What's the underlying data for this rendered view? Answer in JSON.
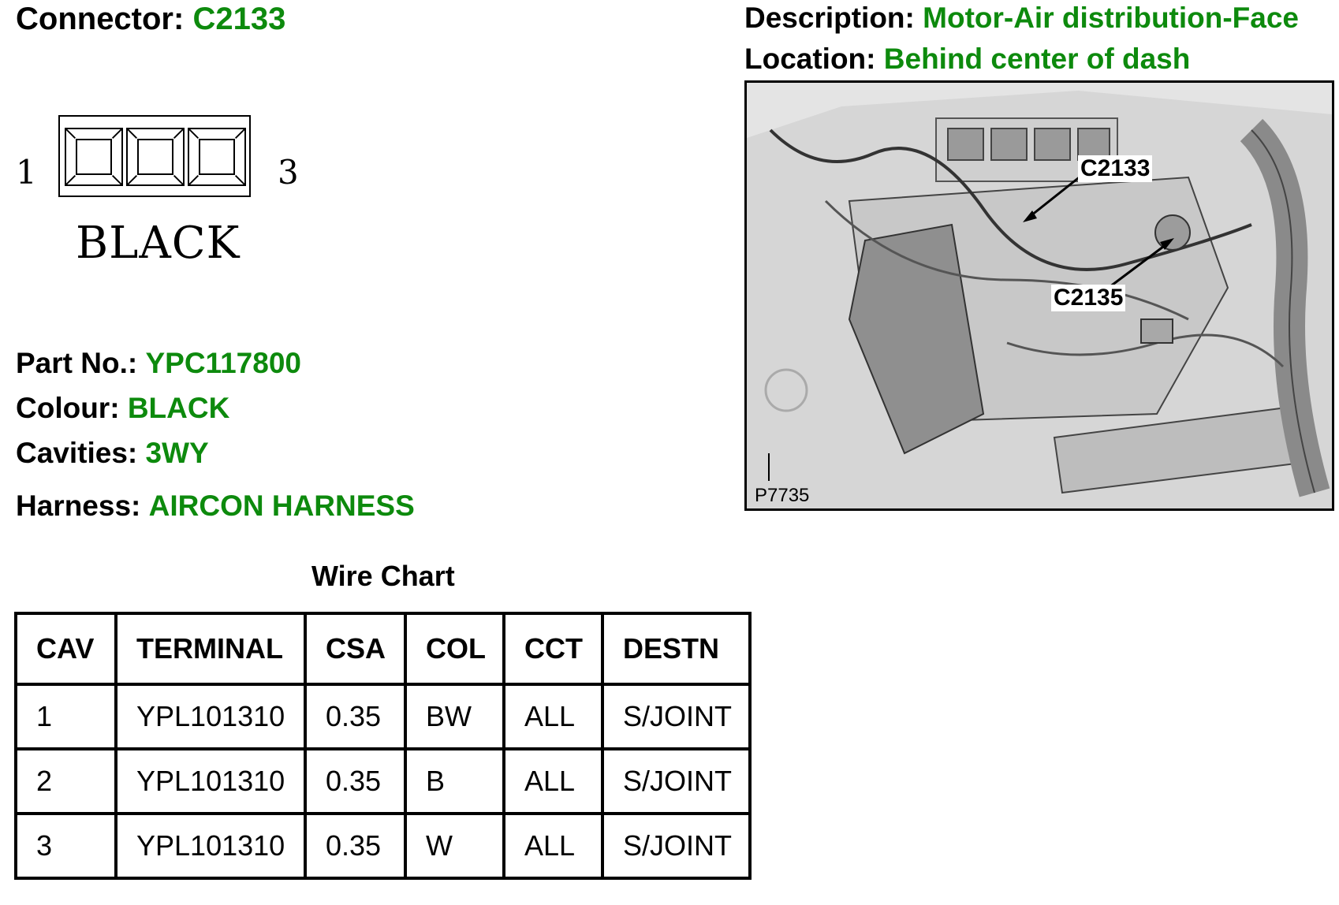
{
  "connector": {
    "label": "Connector:",
    "value": "C2133"
  },
  "description": {
    "label": "Description:",
    "value": "Motor-Air distribution-Face"
  },
  "location": {
    "label": "Location:",
    "value": "Behind center of dash"
  },
  "diagram": {
    "pin_first": "1",
    "pin_last": "3",
    "colour_text": "BLACK",
    "cavity_count": 3
  },
  "part_no": {
    "label": "Part No.:",
    "value": "YPC117800"
  },
  "colour": {
    "label": "Colour:",
    "value": "BLACK"
  },
  "cavities": {
    "label": "Cavities:",
    "value": "3WY"
  },
  "harness": {
    "label": "Harness:",
    "value": "AIRCON HARNESS"
  },
  "photo": {
    "callout_a": "C2133",
    "callout_b": "C2135",
    "reference": "P7735"
  },
  "wire_chart": {
    "title": "Wire Chart",
    "columns": [
      "CAV",
      "TERMINAL",
      "CSA",
      "COL",
      "CCT",
      "DESTN"
    ],
    "rows": [
      [
        "1",
        "YPL101310",
        "0.35",
        "BW",
        "ALL",
        "S/JOINT"
      ],
      [
        "2",
        "YPL101310",
        "0.35",
        "B",
        "ALL",
        "S/JOINT"
      ],
      [
        "3",
        "YPL101310",
        "0.35",
        "W",
        "ALL",
        "S/JOINT"
      ]
    ]
  },
  "colors": {
    "value_green": "#0d8a0d",
    "text_black": "#000000"
  }
}
